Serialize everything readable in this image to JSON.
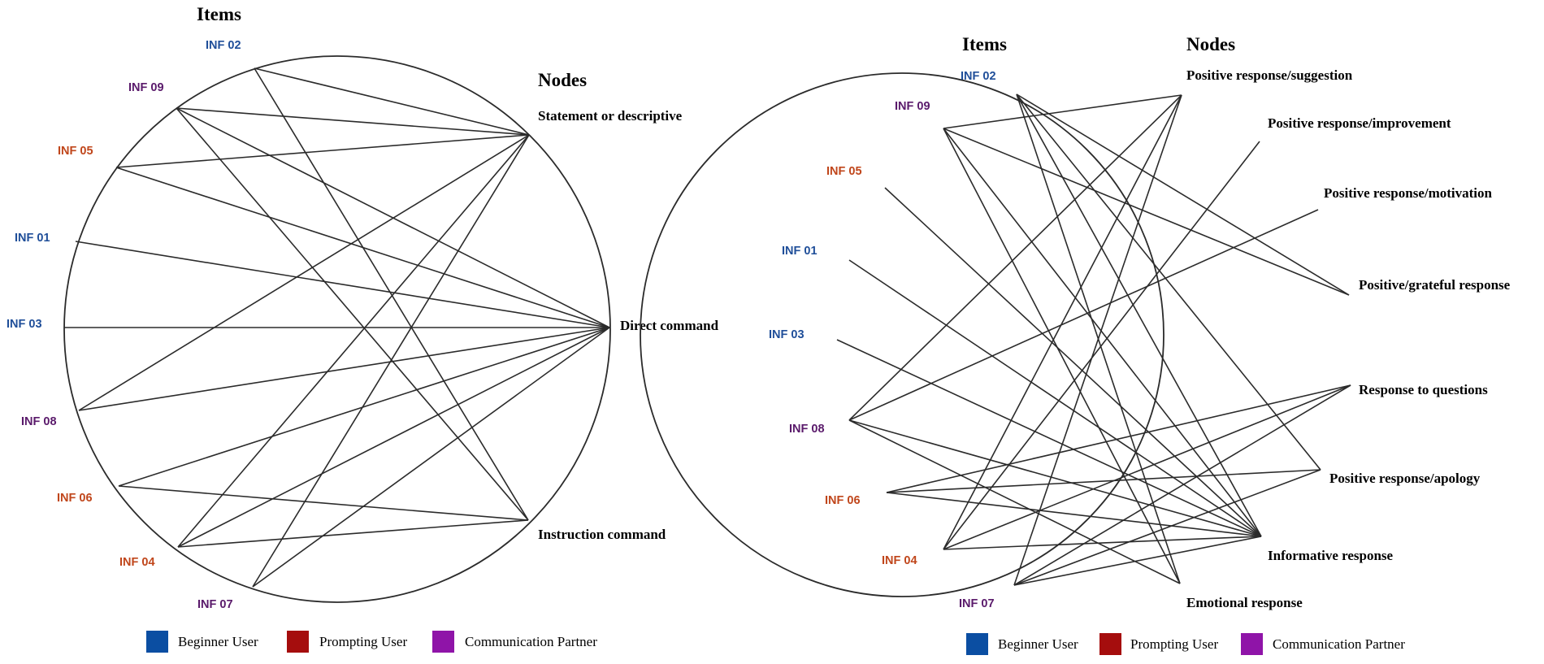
{
  "colors": {
    "beginner": "#0b4ea2",
    "prompting": "#a50d0d",
    "partner": "#8f14a8",
    "item_blue": "#1f4e99",
    "item_purple": "#5a1a6b",
    "item_orange": "#c0461b"
  },
  "legend": {
    "beginner": "Beginner User",
    "prompting": "Prompting User",
    "partner": "Communication Partner"
  },
  "diagrams": [
    {
      "items_heading": "Items",
      "nodes_heading": "Nodes",
      "items": [
        {
          "label": "INF 02",
          "color": "item_blue"
        },
        {
          "label": "INF 09",
          "color": "item_purple"
        },
        {
          "label": "INF 05",
          "color": "item_orange"
        },
        {
          "label": "INF 01",
          "color": "item_blue"
        },
        {
          "label": "INF 03",
          "color": "item_blue"
        },
        {
          "label": "INF 08",
          "color": "item_purple"
        },
        {
          "label": "INF 06",
          "color": "item_orange"
        },
        {
          "label": "INF 04",
          "color": "item_orange"
        },
        {
          "label": "INF 07",
          "color": "item_purple"
        }
      ],
      "nodes": [
        {
          "label": "Statement or descriptive"
        },
        {
          "label": "Direct command"
        },
        {
          "label": "Instruction command"
        }
      ],
      "edges": [
        [
          "INF 02",
          "Statement or descriptive"
        ],
        [
          "INF 02",
          "Instruction command"
        ],
        [
          "INF 09",
          "Statement or descriptive"
        ],
        [
          "INF 09",
          "Direct command"
        ],
        [
          "INF 09",
          "Instruction command"
        ],
        [
          "INF 05",
          "Statement or descriptive"
        ],
        [
          "INF 05",
          "Direct command"
        ],
        [
          "INF 01",
          "Direct command"
        ],
        [
          "INF 03",
          "Direct command"
        ],
        [
          "INF 08",
          "Statement or descriptive"
        ],
        [
          "INF 08",
          "Direct command"
        ],
        [
          "INF 06",
          "Direct command"
        ],
        [
          "INF 06",
          "Instruction command"
        ],
        [
          "INF 04",
          "Statement or descriptive"
        ],
        [
          "INF 04",
          "Direct command"
        ],
        [
          "INF 04",
          "Instruction command"
        ],
        [
          "INF 07",
          "Statement or descriptive"
        ],
        [
          "INF 07",
          "Direct command"
        ]
      ]
    },
    {
      "items_heading": "Items",
      "nodes_heading": "Nodes",
      "items": [
        {
          "label": "INF 02",
          "color": "item_blue"
        },
        {
          "label": "INF 09",
          "color": "item_purple"
        },
        {
          "label": "INF 05",
          "color": "item_orange"
        },
        {
          "label": "INF 01",
          "color": "item_blue"
        },
        {
          "label": "INF 03",
          "color": "item_blue"
        },
        {
          "label": "INF 08",
          "color": "item_purple"
        },
        {
          "label": "INF 06",
          "color": "item_orange"
        },
        {
          "label": "INF 04",
          "color": "item_orange"
        },
        {
          "label": "INF 07",
          "color": "item_purple"
        }
      ],
      "nodes": [
        {
          "label": "Positive response/suggestion"
        },
        {
          "label": "Positive response/improvement"
        },
        {
          "label": "Positive response/motivation"
        },
        {
          "label": "Positive/grateful response"
        },
        {
          "label": "Response to questions"
        },
        {
          "label": "Positive response/apology"
        },
        {
          "label": "Informative response"
        },
        {
          "label": "Emotional response"
        }
      ],
      "edges": [
        [
          "INF 02",
          "Positive/grateful response"
        ],
        [
          "INF 02",
          "Positive response/apology"
        ],
        [
          "INF 02",
          "Informative response"
        ],
        [
          "INF 02",
          "Emotional response"
        ],
        [
          "INF 09",
          "Positive response/suggestion"
        ],
        [
          "INF 09",
          "Positive/grateful response"
        ],
        [
          "INF 09",
          "Informative response"
        ],
        [
          "INF 09",
          "Emotional response"
        ],
        [
          "INF 05",
          "Informative response"
        ],
        [
          "INF 01",
          "Informative response"
        ],
        [
          "INF 03",
          "Informative response"
        ],
        [
          "INF 08",
          "Positive response/suggestion"
        ],
        [
          "INF 08",
          "Positive response/motivation"
        ],
        [
          "INF 08",
          "Informative response"
        ],
        [
          "INF 08",
          "Emotional response"
        ],
        [
          "INF 06",
          "Response to questions"
        ],
        [
          "INF 06",
          "Positive response/apology"
        ],
        [
          "INF 06",
          "Informative response"
        ],
        [
          "INF 04",
          "Positive response/suggestion"
        ],
        [
          "INF 04",
          "Positive response/improvement"
        ],
        [
          "INF 04",
          "Response to questions"
        ],
        [
          "INF 04",
          "Informative response"
        ],
        [
          "INF 07",
          "Positive response/suggestion"
        ],
        [
          "INF 07",
          "Response to questions"
        ],
        [
          "INF 07",
          "Positive response/apology"
        ],
        [
          "INF 07",
          "Informative response"
        ]
      ]
    }
  ]
}
